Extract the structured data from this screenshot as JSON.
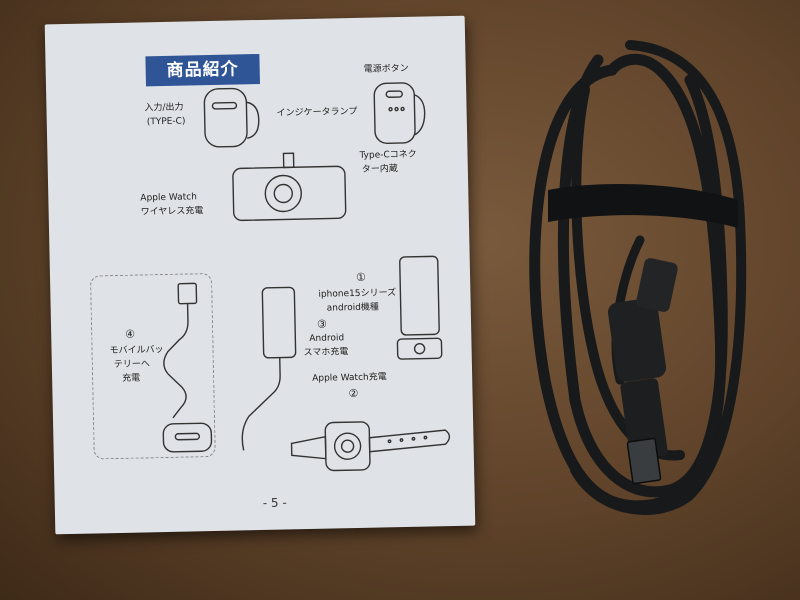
{
  "booklet": {
    "title": "商品紹介",
    "labels": {
      "input_output": "入力/出力",
      "type_c_paren": "(TYPE-C)",
      "power_button": "電源ボタン",
      "indicator_lamp": "インジケータランプ",
      "typec_connector_1": "Type-Cコネク",
      "typec_connector_2": "ター内蔵",
      "apple_watch_wireless_1": "Apple Watch",
      "apple_watch_wireless_2": "ワイヤレス充電",
      "num1": "①",
      "iphone_series_1": "iphone15シリーズ",
      "iphone_series_2": "android機種",
      "num3": "③",
      "android_phone_1": "Android",
      "android_phone_2": "スマホ充電",
      "num4": "④",
      "mobile_battery_1": "モバイルバッ",
      "mobile_battery_2": "テリーへ",
      "mobile_battery_3": "充電",
      "apple_watch_charge": "Apple Watch充電",
      "num2": "②"
    },
    "page_number": "- 5 -"
  },
  "colors": {
    "booklet_paper": "#dfe3e7",
    "title_bg": "#2f5596",
    "cable": "#17191b",
    "desk": "#5e4229"
  }
}
